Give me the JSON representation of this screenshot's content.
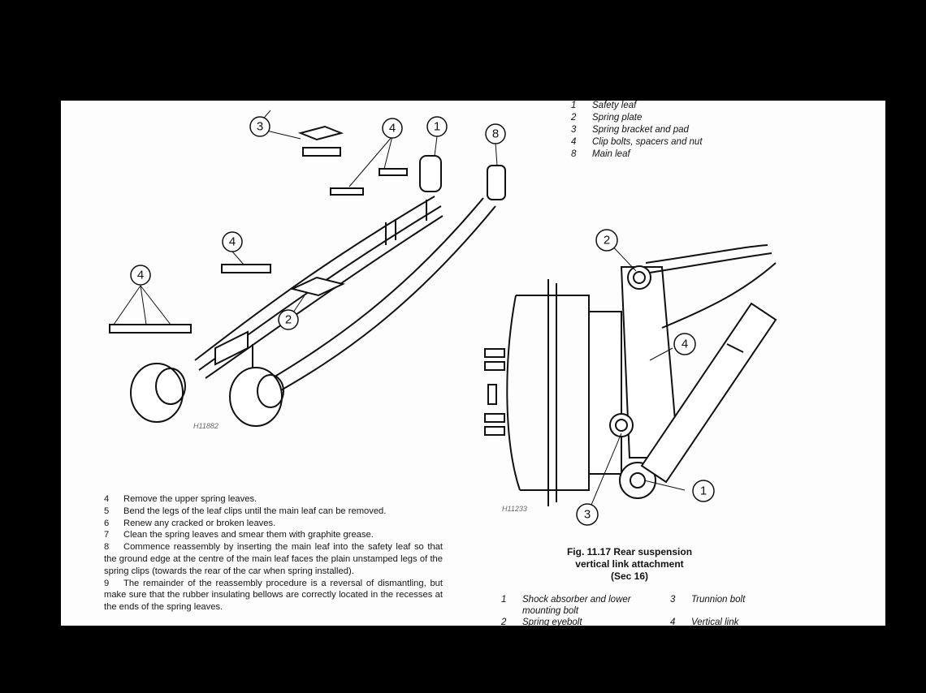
{
  "top_legend": [
    {
      "num": "1",
      "text": "Safety leaf"
    },
    {
      "num": "2",
      "text": "Spring plate"
    },
    {
      "num": "3",
      "text": "Spring bracket and pad"
    },
    {
      "num": "4",
      "text": "Clip bolts, spacers and nut"
    },
    {
      "num": "8",
      "text": "Main leaf"
    }
  ],
  "left_figure": {
    "figure_id": "H11882",
    "callouts": [
      "3",
      "4",
      "1",
      "8",
      "4",
      "4",
      "2"
    ]
  },
  "right_figure": {
    "figure_id": "H11233",
    "callouts": [
      "2",
      "4",
      "3",
      "1"
    ],
    "caption_line1": "Fig. 11.17 Rear suspension",
    "caption_line2": "vertical link attachment",
    "caption_line3": "(Sec 16)"
  },
  "bottom_legend": [
    {
      "num": "1",
      "text": "Shock absorber and lower mounting bolt"
    },
    {
      "num": "3",
      "text": "Trunnion bolt"
    },
    {
      "num": "2",
      "text": "Spring eyebolt"
    },
    {
      "num": "4",
      "text": "Vertical link"
    }
  ],
  "body_text": [
    {
      "num": "4",
      "text": "Remove the upper spring leaves."
    },
    {
      "num": "5",
      "text": "Bend the legs of the leaf clips until the main leaf can be removed."
    },
    {
      "num": "6",
      "text": "Renew any cracked or broken leaves."
    },
    {
      "num": "7",
      "text": "Clean the spring leaves and smear them with graphite grease."
    },
    {
      "num": "8",
      "text": "Commence reassembly by inserting the main leaf into the safety leaf so that the ground edge at the centre of the main leaf faces the plain unstamped legs of the spring clips (towards the rear of the car when spring installed)."
    },
    {
      "num": "9",
      "text": "The remainder of the reassembly procedure is a reversal of dismantling, but make sure that the rubber insulating bellows are correctly located in the recesses at the ends of the spring leaves."
    }
  ]
}
